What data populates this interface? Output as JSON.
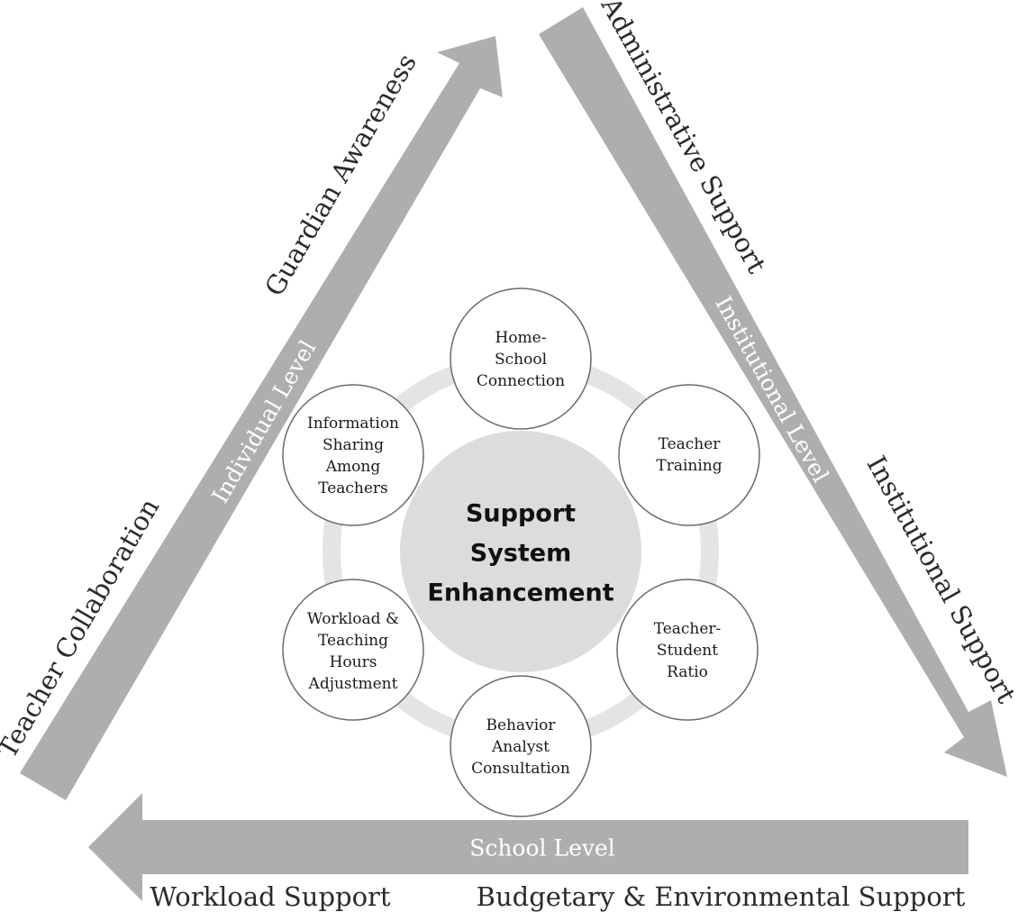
{
  "diagram": {
    "center": [
      "Support",
      "System",
      "Enhancement"
    ],
    "arrows": {
      "left": {
        "level": "Individual Level"
      },
      "right": {
        "level": "Institutional Level"
      },
      "bottom": {
        "level": "School Level"
      }
    },
    "outer_labels": {
      "guardian_awareness": "Guardian Awareness",
      "teacher_collaboration": "Teacher Collaboration",
      "administrative_support": "Administrative Support",
      "institutional_support": "Institutional Support",
      "workload_support": "Workload Support",
      "budgetary_support": "Budgetary & Environmental Support"
    },
    "nodes": {
      "home_school": [
        "Home-",
        "School",
        "Connection"
      ],
      "teacher_training": [
        "Teacher",
        "Training"
      ],
      "ratio": [
        "Teacher-",
        "Student",
        "Ratio"
      ],
      "behavior": [
        "Behavior",
        "Analyst",
        "Consultation"
      ],
      "workload": [
        "Workload &",
        "Teaching",
        "Hours",
        "Adjustment"
      ],
      "info_sharing": [
        "Information",
        "Sharing",
        "Among",
        "Teachers"
      ]
    },
    "colors": {
      "arrow": "#b0adad",
      "ring": "#e4e4e4",
      "center_fill": "#dcdcdc",
      "node_stroke": "#6a6a6a"
    }
  }
}
